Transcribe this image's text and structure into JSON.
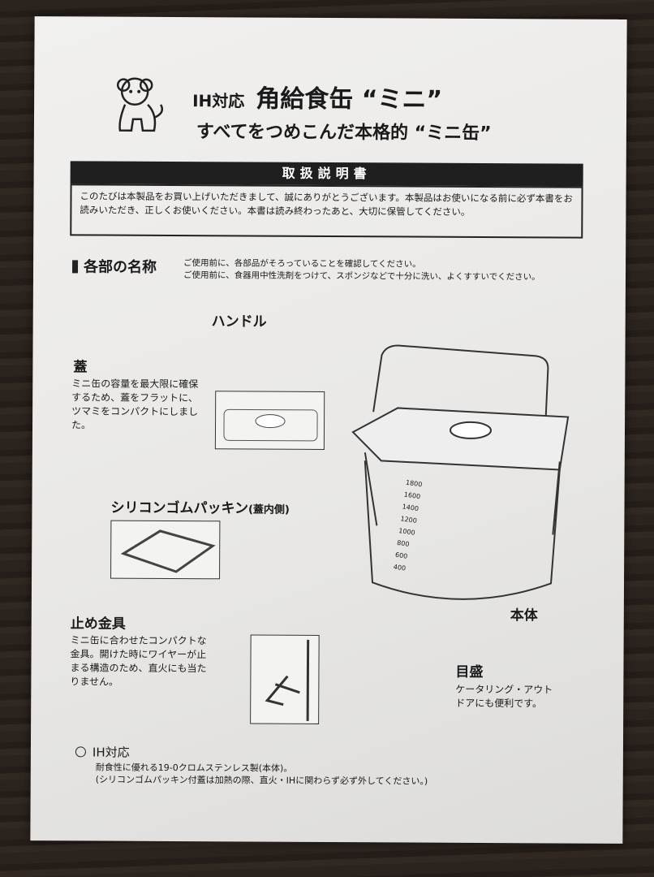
{
  "header": {
    "ih_label": "IH対応",
    "title": "角給食缶 “ミニ”",
    "subtitle": "すべてをつめこんだ本格的 “ミニ缶”",
    "logo": "dog-mascot"
  },
  "manual": {
    "heading": "取扱説明書",
    "intro": "このたびは本製品をお買い上げいただきまして、誠にありがとうございます。本製品はお使いになる前に必ず本書をお読みいただき、正しくお使いください。本書は読み終わったあと、大切に保管してください。"
  },
  "parts": {
    "heading": "各部の名称",
    "notes": [
      "ご使用前に、各部品がそろっていることを確認してください。",
      "ご使用前に、食器用中性洗剤をつけて、スポンジなどで十分に洗い、よくすすいでください。"
    ],
    "handle": "ハンドル",
    "lid": {
      "label": "蓋",
      "desc": "ミニ缶の容量を最大限に確保するため、蓋をフラットに、ツマミをコンパクトにしました。"
    },
    "packing": {
      "label": "シリコンゴムパッキン",
      "sub": "(蓋内側)"
    },
    "clasp": {
      "label": "止め金具",
      "desc": "ミニ缶に合わせたコンパクトな金具。開けた時にワイヤーが止まる構造のため、直火にも当たりません。"
    },
    "body": "本体",
    "scale": {
      "label": "目盛",
      "desc": "ケータリング・アウトドアにも便利です。",
      "marks": [
        "1800",
        "1600",
        "1400",
        "1200",
        "1000",
        "800",
        "600",
        "400"
      ]
    }
  },
  "ih": {
    "label": "IH対応",
    "line1": "耐食性に優れる19-0クロムステンレス製(本体)。",
    "line2": "(シリコンゴムパッキン付蓋は加熱の際、直火・IHに関わらず必ず外してください。)"
  }
}
